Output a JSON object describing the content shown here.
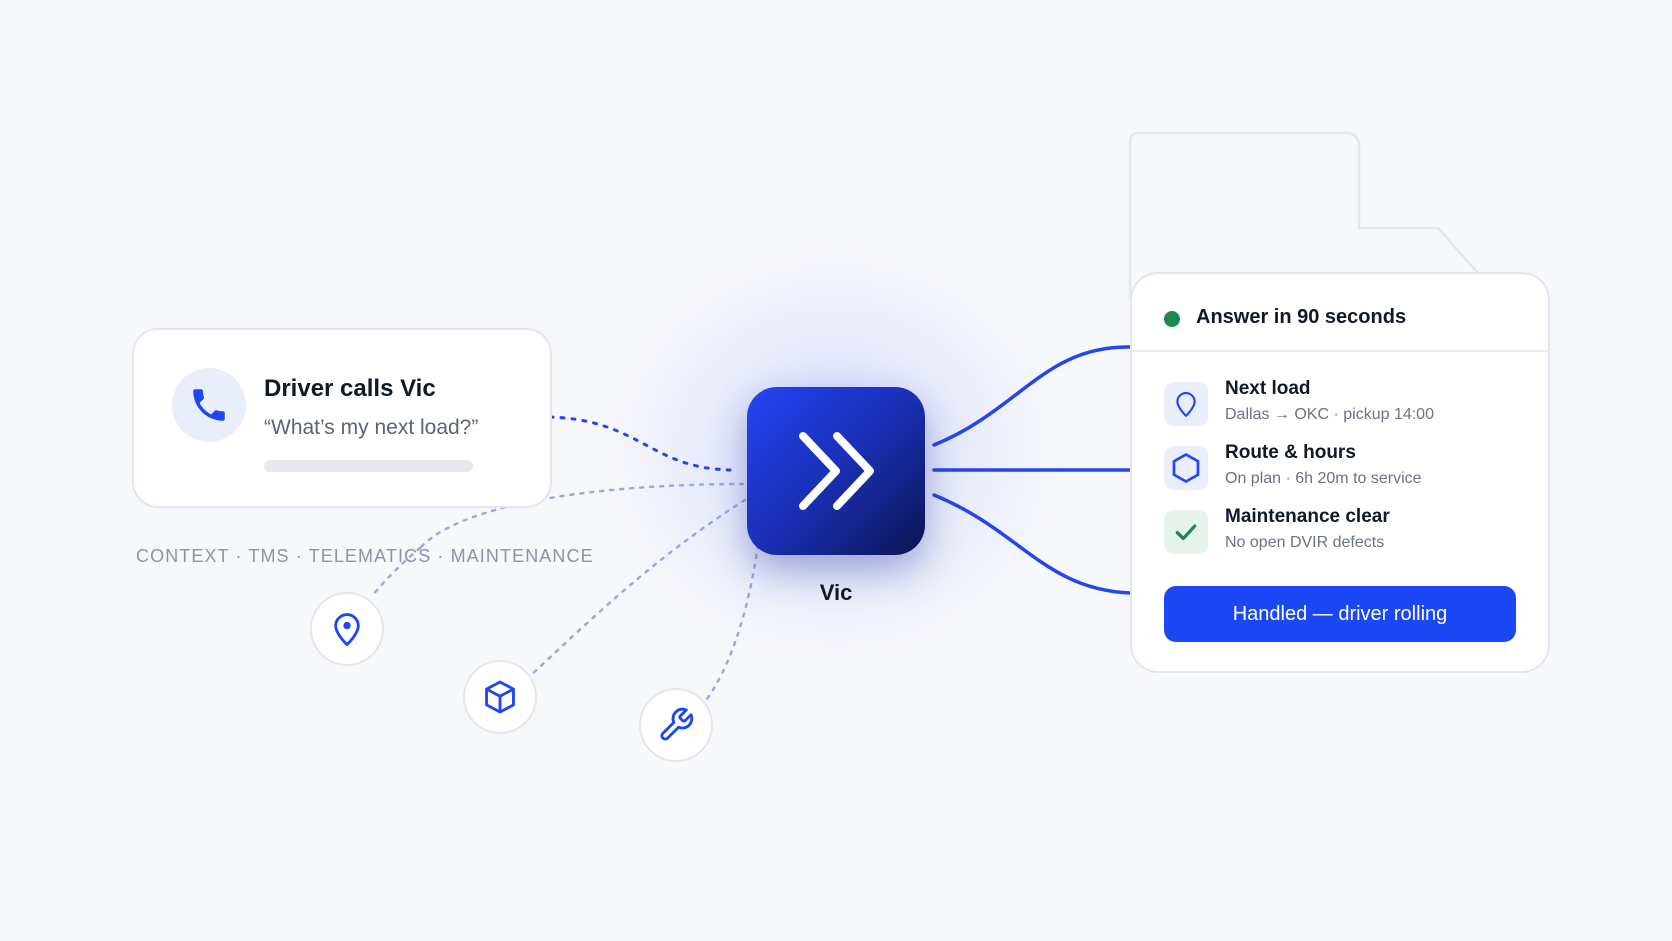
{
  "call_card": {
    "title": "Driver calls Vic",
    "quote": "“What’s my next load?”",
    "icon": "phone-icon"
  },
  "sources": {
    "caption": "CONTEXT · TMS · TELEMATICS · MAINTENANCE",
    "nodes": [
      {
        "icon": "location-pin-icon"
      },
      {
        "icon": "package-box-icon"
      },
      {
        "icon": "wrench-icon"
      }
    ]
  },
  "vic": {
    "label": "Vic",
    "icon": "double-chevron-right-icon"
  },
  "answer_card": {
    "title": "Answer in 90 seconds",
    "rows": [
      {
        "title": "Next load",
        "subtitle": "Dallas → OKC · pickup 14:00",
        "icon": "location-pin-icon"
      },
      {
        "title": "Route & hours",
        "subtitle": "On plan · 6h 20m to service",
        "icon": "hexagon-icon"
      },
      {
        "title": "Maintenance clear",
        "subtitle": "No open DVIR defects",
        "icon": "checkmark-icon"
      }
    ],
    "button_label": "Handled — driver rolling"
  },
  "colors": {
    "accent": "#1c47f5",
    "status_green": "#188a4f",
    "background": "#f7f8fb"
  }
}
